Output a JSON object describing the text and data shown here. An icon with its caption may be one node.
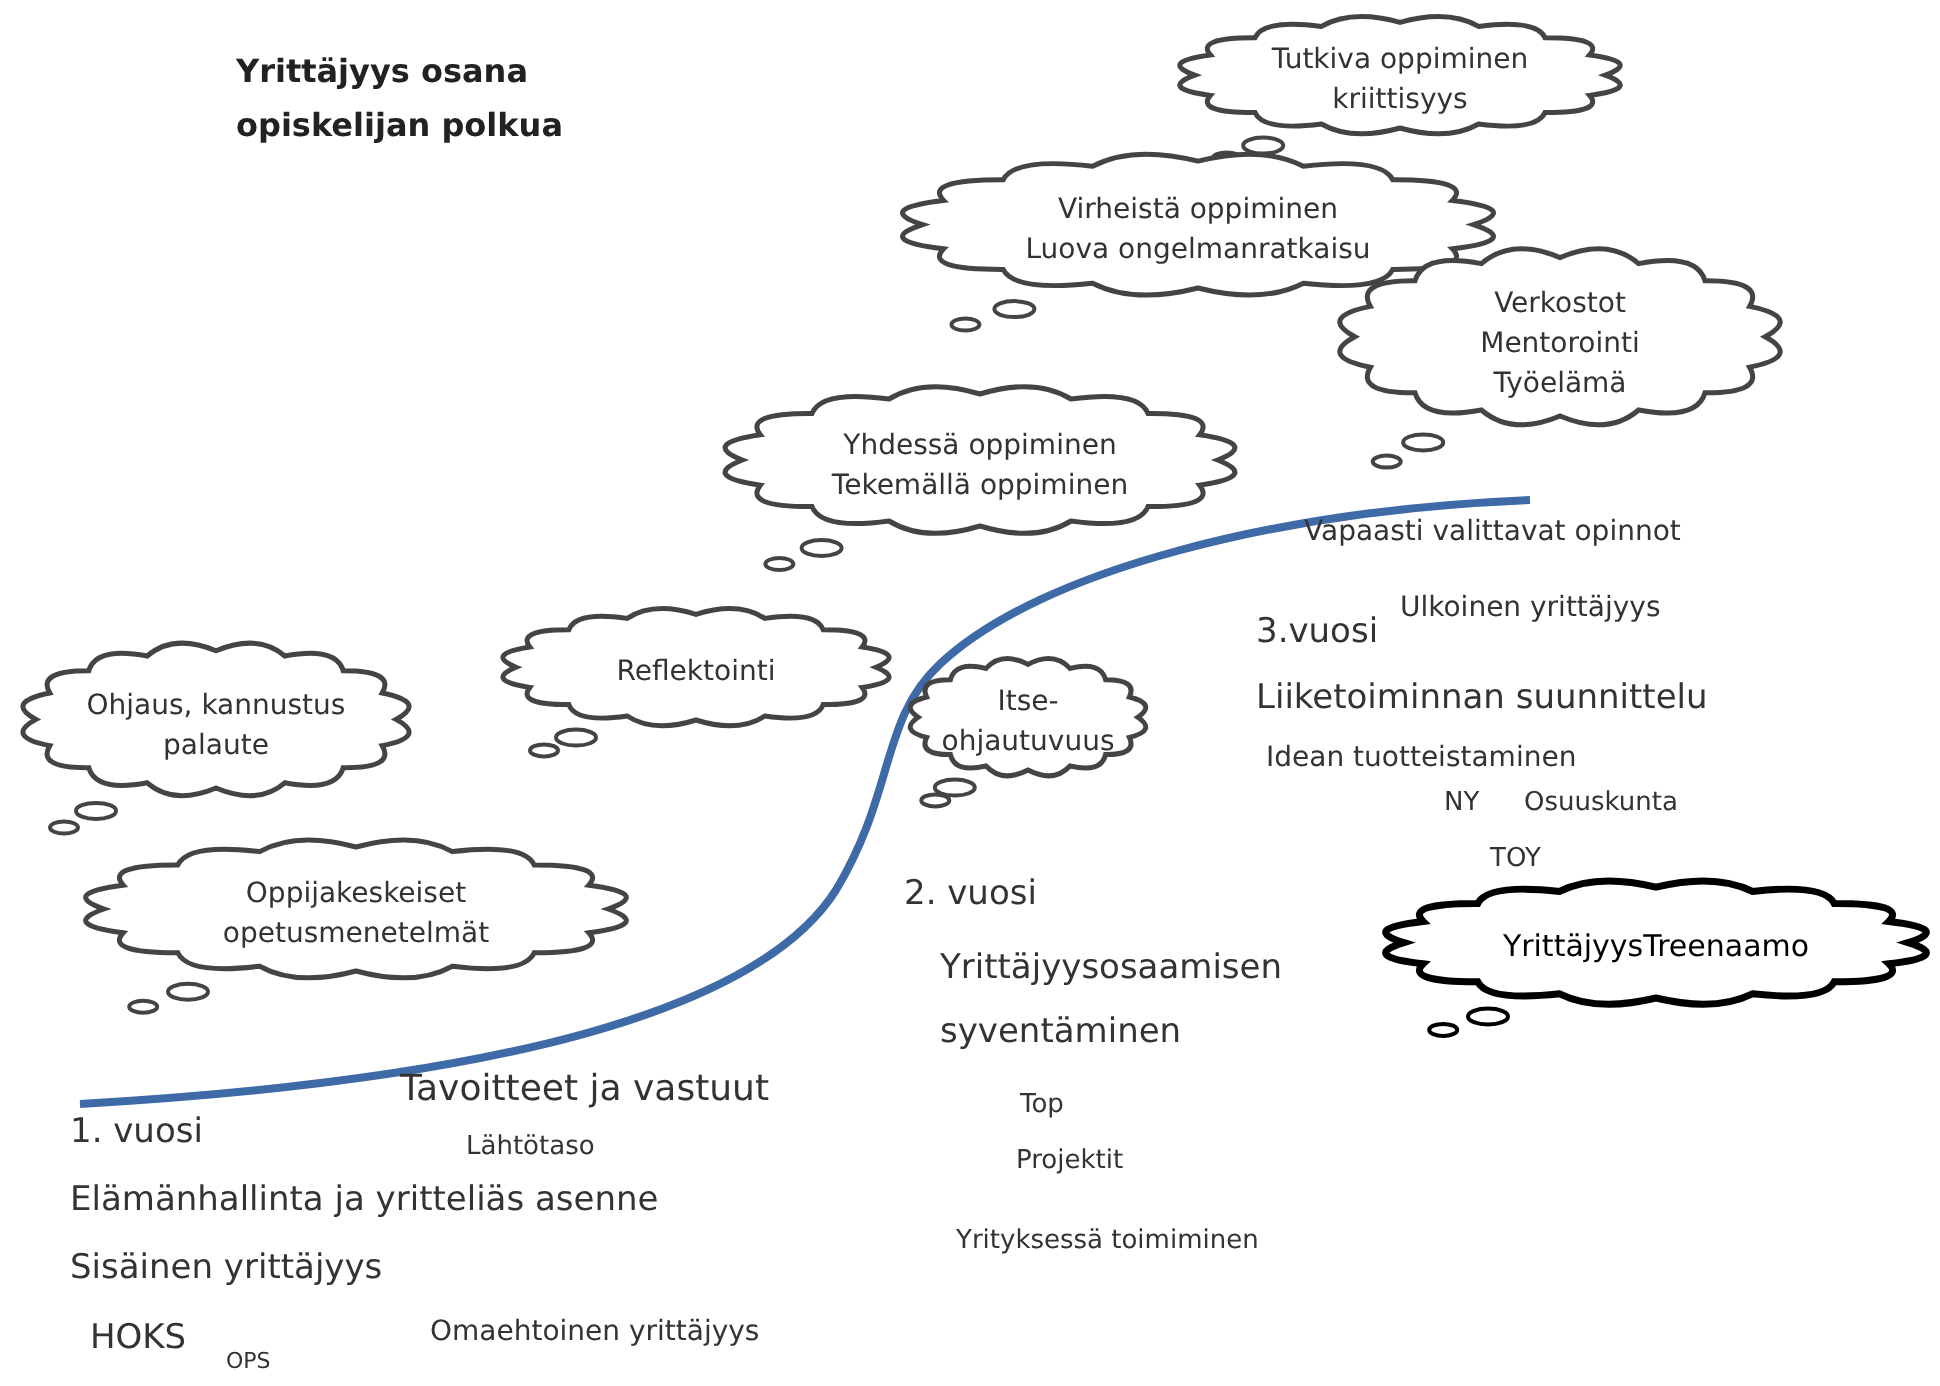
{
  "diagram": {
    "title": "Yrittäjyys osana opiskelijan polkua",
    "nodes": [
      {
        "text": [
          "Tutkiva oppiminen",
          "kriittisyys"
        ]
      },
      {
        "text": [
          "Virheistä oppiminen",
          "Luova ongelmanratkaisu"
        ]
      },
      {
        "text": [
          "Verkostot",
          "Mentorointi",
          "Työelämä"
        ]
      },
      {
        "text": [
          "Yhdessä oppiminen",
          "Tekemällä oppiminen"
        ]
      },
      {
        "text": [
          "Reflektointi"
        ]
      },
      {
        "text": [
          "Ohjaus, kannustus palaute"
        ]
      },
      {
        "text": [
          "Itse-ohjautuvuus"
        ]
      },
      {
        "text": [
          "Oppijakeskeiset opetusmenetelmät"
        ]
      },
      {
        "text": [
          "YrittäjyysTreenaamo"
        ]
      }
    ],
    "edges": [],
    "labels": [
      "Vapaasti valittavat opinnot",
      "3.vuosi",
      "Ulkoinen yrittäjyys",
      "Liiketoiminnan suunnittelu",
      "Idean tuotteistaminen",
      "NY",
      "Osuuskunta",
      "TOY",
      "2. vuosi",
      "Yrittäjyysosaamisen syventäminen",
      "Top",
      "Projektit",
      "Yrityksessä toimiminen",
      "Tavoitteet ja vastuut",
      "1. vuosi",
      "Lähtötaso",
      "Elämänhallinta ja yritteliäs asenne",
      "Sisäinen yrittäjyys",
      "HOKS",
      "OPS",
      "Omaehtoinen yrittäjyys"
    ]
  }
}
